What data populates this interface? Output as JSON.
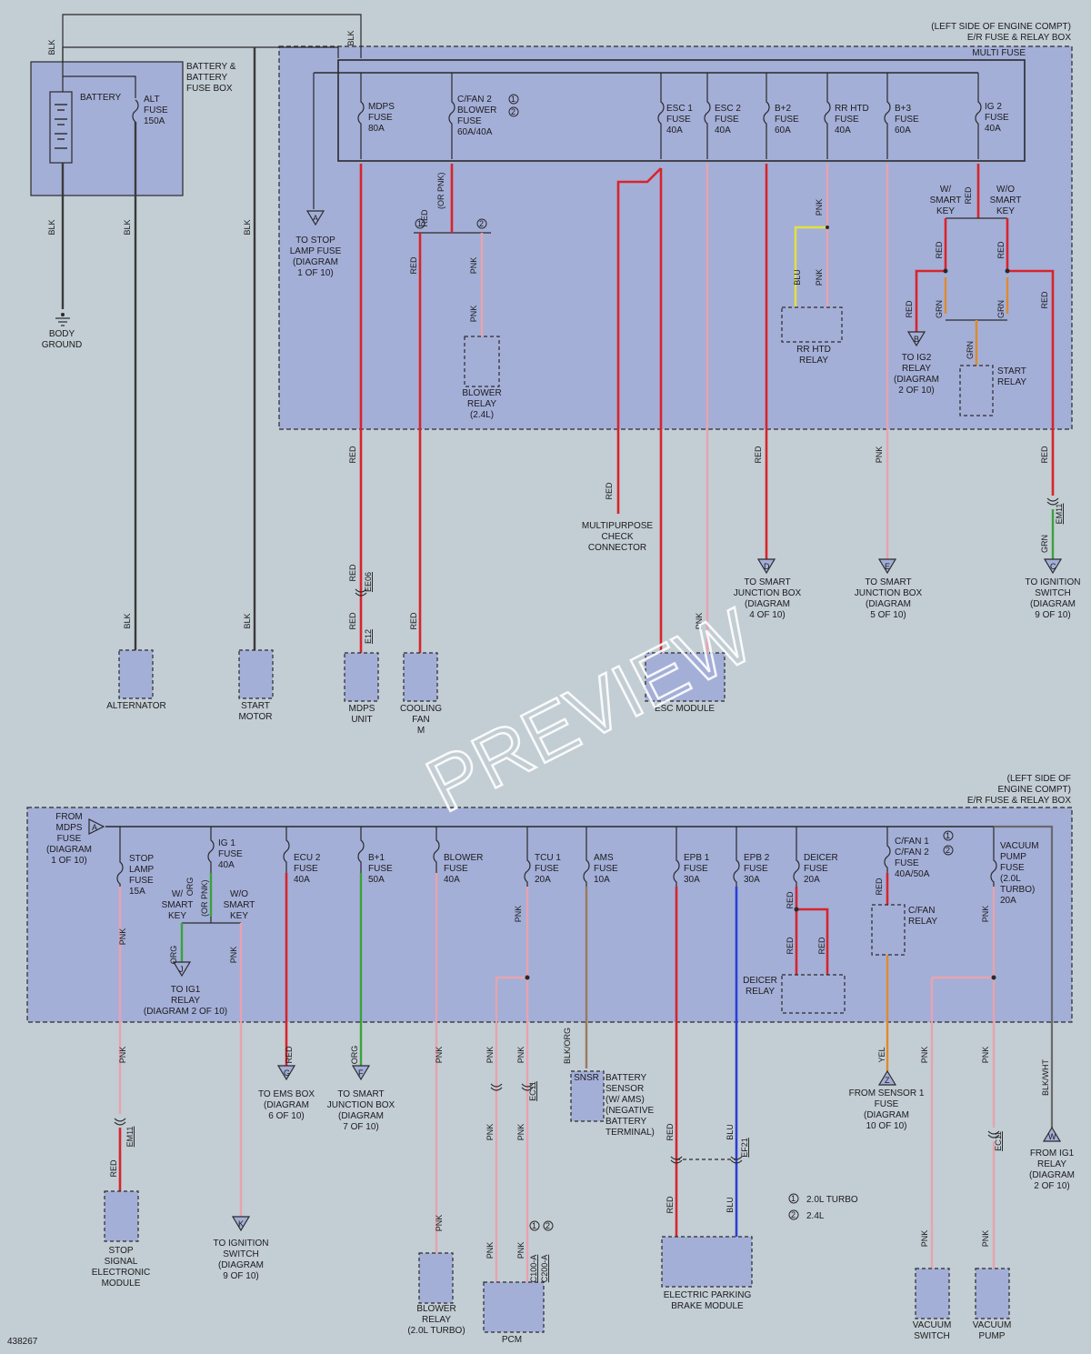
{
  "top_section": {
    "location": [
      "(LEFT SIDE OF ENGINE COMPT)",
      "E/R FUSE & RELAY BOX"
    ],
    "multi_fuse": "MULTI FUSE",
    "battery_box": [
      "BATTERY &",
      "BATTERY",
      "FUSE BOX"
    ],
    "battery": "BATTERY",
    "alt_fuse": [
      "ALT",
      "FUSE",
      "150A"
    ],
    "body_ground": [
      "BODY",
      "GROUND"
    ],
    "fuses": {
      "mdps": [
        "MDPS",
        "FUSE",
        "80A"
      ],
      "cfan2": [
        "C/FAN 2",
        "BLOWER",
        "FUSE",
        "60A/40A"
      ],
      "esc1": [
        "ESC 1",
        "FUSE",
        "40A"
      ],
      "esc2": [
        "ESC 2",
        "FUSE",
        "40A"
      ],
      "b2": [
        "B+2",
        "FUSE",
        "60A"
      ],
      "rrhtd": [
        "RR HTD",
        "FUSE",
        "40A"
      ],
      "b3": [
        "B+3",
        "FUSE",
        "60A"
      ],
      "ig2": [
        "IG 2",
        "FUSE",
        "40A"
      ]
    },
    "refs": {
      "stop_lamp": [
        "TO STOP",
        "LAMP FUSE",
        "(DIAGRAM",
        "1 OF 10)"
      ],
      "ig2_relay": [
        "TO IG2",
        "RELAY",
        "(DIAGRAM",
        "2 OF 10)"
      ],
      "smart_jb_d": [
        "TO SMART",
        "JUNCTION BOX",
        "(DIAGRAM",
        "4 OF 10)"
      ],
      "smart_jb_e": [
        "TO SMART",
        "JUNCTION BOX",
        "(DIAGRAM",
        "5 OF 10)"
      ],
      "ign_switch_c": [
        "TO IGNITION",
        "SWITCH",
        "(DIAGRAM",
        "9 OF 10)"
      ]
    },
    "components": {
      "blower_relay": [
        "BLOWER",
        "RELAY",
        "(2.4L)"
      ],
      "rr_htd_relay": [
        "RR HTD",
        "RELAY"
      ],
      "start_relay": [
        "START",
        "RELAY"
      ],
      "mpc": [
        "MULTIPURPOSE",
        "CHECK",
        "CONNECTOR"
      ],
      "alternator": "ALTERNATOR",
      "start_motor": [
        "START",
        "MOTOR"
      ],
      "mdps_unit": [
        "MDPS",
        "UNIT"
      ],
      "cooling_fan": [
        "COOLING",
        "FAN",
        "M"
      ],
      "esc_module": "ESC MODULE"
    },
    "key": {
      "w": [
        "W/",
        "SMART",
        "KEY"
      ],
      "wo": [
        "W/O",
        "SMART",
        "KEY"
      ]
    },
    "or_pnk": "(OR PNK)"
  },
  "bottom_section": {
    "location": [
      "(LEFT SIDE OF",
      "ENGINE COMPT)",
      "E/R FUSE & RELAY BOX"
    ],
    "from_mdps": [
      "FROM",
      "MDPS",
      "FUSE",
      "(DIAGRAM",
      "1 OF 10)"
    ],
    "fuses": {
      "stop": [
        "STOP",
        "LAMP",
        "FUSE",
        "15A"
      ],
      "ig1": [
        "IG 1",
        "FUSE",
        "40A"
      ],
      "ecu2": [
        "ECU 2",
        "FUSE",
        "40A"
      ],
      "b1": [
        "B+1",
        "FUSE",
        "50A"
      ],
      "blower": [
        "BLOWER",
        "FUSE",
        "40A"
      ],
      "tcu1": [
        "TCU 1",
        "FUSE",
        "20A"
      ],
      "ams": [
        "AMS",
        "FUSE",
        "10A"
      ],
      "epb1": [
        "EPB 1",
        "FUSE",
        "30A"
      ],
      "epb2": [
        "EPB 2",
        "FUSE",
        "30A"
      ],
      "deicer": [
        "DEICER",
        "FUSE",
        "20A"
      ],
      "cfan1": [
        "C/FAN 1",
        "C/FAN 2",
        "FUSE",
        "40A/50A"
      ],
      "vacuum": [
        "VACUUM",
        "PUMP",
        "FUSE",
        "(2.0L",
        "TURBO)",
        "20A"
      ]
    },
    "refs": {
      "ig1_relay": [
        "TO IG1",
        "RELAY",
        "(DIAGRAM 2 OF 10)"
      ],
      "ems_box": [
        "TO EMS BOX",
        "(DIAGRAM",
        "6 OF 10)"
      ],
      "smart_jb_f": [
        "TO SMART",
        "JUNCTION BOX",
        "(DIAGRAM",
        "7 OF 10)"
      ],
      "ign_switch_k": [
        "TO IGNITION",
        "SWITCH",
        "(DIAGRAM",
        "9 OF 10)"
      ],
      "sensor1": [
        "FROM SENSOR 1",
        "FUSE",
        "(DIAGRAM",
        "10 OF 10)"
      ],
      "ig1_relay_w": [
        "FROM IG1",
        "RELAY",
        "(DIAGRAM",
        "2 OF 10)"
      ]
    },
    "components": {
      "stop_signal": [
        "STOP",
        "SIGNAL",
        "ELECTRONIC",
        "MODULE"
      ],
      "blower_relay": [
        "BLOWER",
        "RELAY",
        "(2.0L TURBO)"
      ],
      "pcm": "PCM",
      "battery_sensor": [
        "BATTERY",
        "SENSOR",
        "(W/ AMS)",
        "(NEGATIVE",
        "BATTERY",
        "TERMINAL)"
      ],
      "snsr": "SNSR",
      "epb_module": [
        "ELECTRIC PARKING",
        "BRAKE MODULE"
      ],
      "deicer_relay": [
        "DEICER",
        "RELAY"
      ],
      "cfan_relay": [
        "C/FAN",
        "RELAY"
      ],
      "vacuum_switch": [
        "VACUUM",
        "SWITCH"
      ],
      "vacuum_pump": [
        "VACUUM",
        "PUMP"
      ]
    },
    "legend": [
      {
        "mark": "1",
        "text": "2.0L TURBO"
      },
      {
        "mark": "2",
        "text": "2.4L"
      }
    ],
    "key": {
      "w": [
        "W/",
        "SMART",
        "KEY"
      ],
      "wo": [
        "W/O",
        "SMART",
        "KEY"
      ]
    },
    "or_pnk": "(OR PNK)"
  },
  "wire_colors": {
    "BLK": "#3a3a3a",
    "RED": "#d8242a",
    "PNK": "#e7a3ae",
    "GRN": "#3aa23a",
    "BLU": "#2a3fd6",
    "ORG": "#e08a2a",
    "YEL": "#e3e23c"
  },
  "wire_codes": [
    "BLK",
    "RED",
    "PNK",
    "GRN",
    "BLU",
    "ORG",
    "YEL",
    "BLK/WHT",
    "BLK/ORG"
  ],
  "connectors": [
    "EE06",
    "E12",
    "EM11",
    "EC11",
    "EF21",
    "C100-A",
    "C200-A"
  ],
  "watermark": "PREVIEW",
  "diagram_id": "438267"
}
